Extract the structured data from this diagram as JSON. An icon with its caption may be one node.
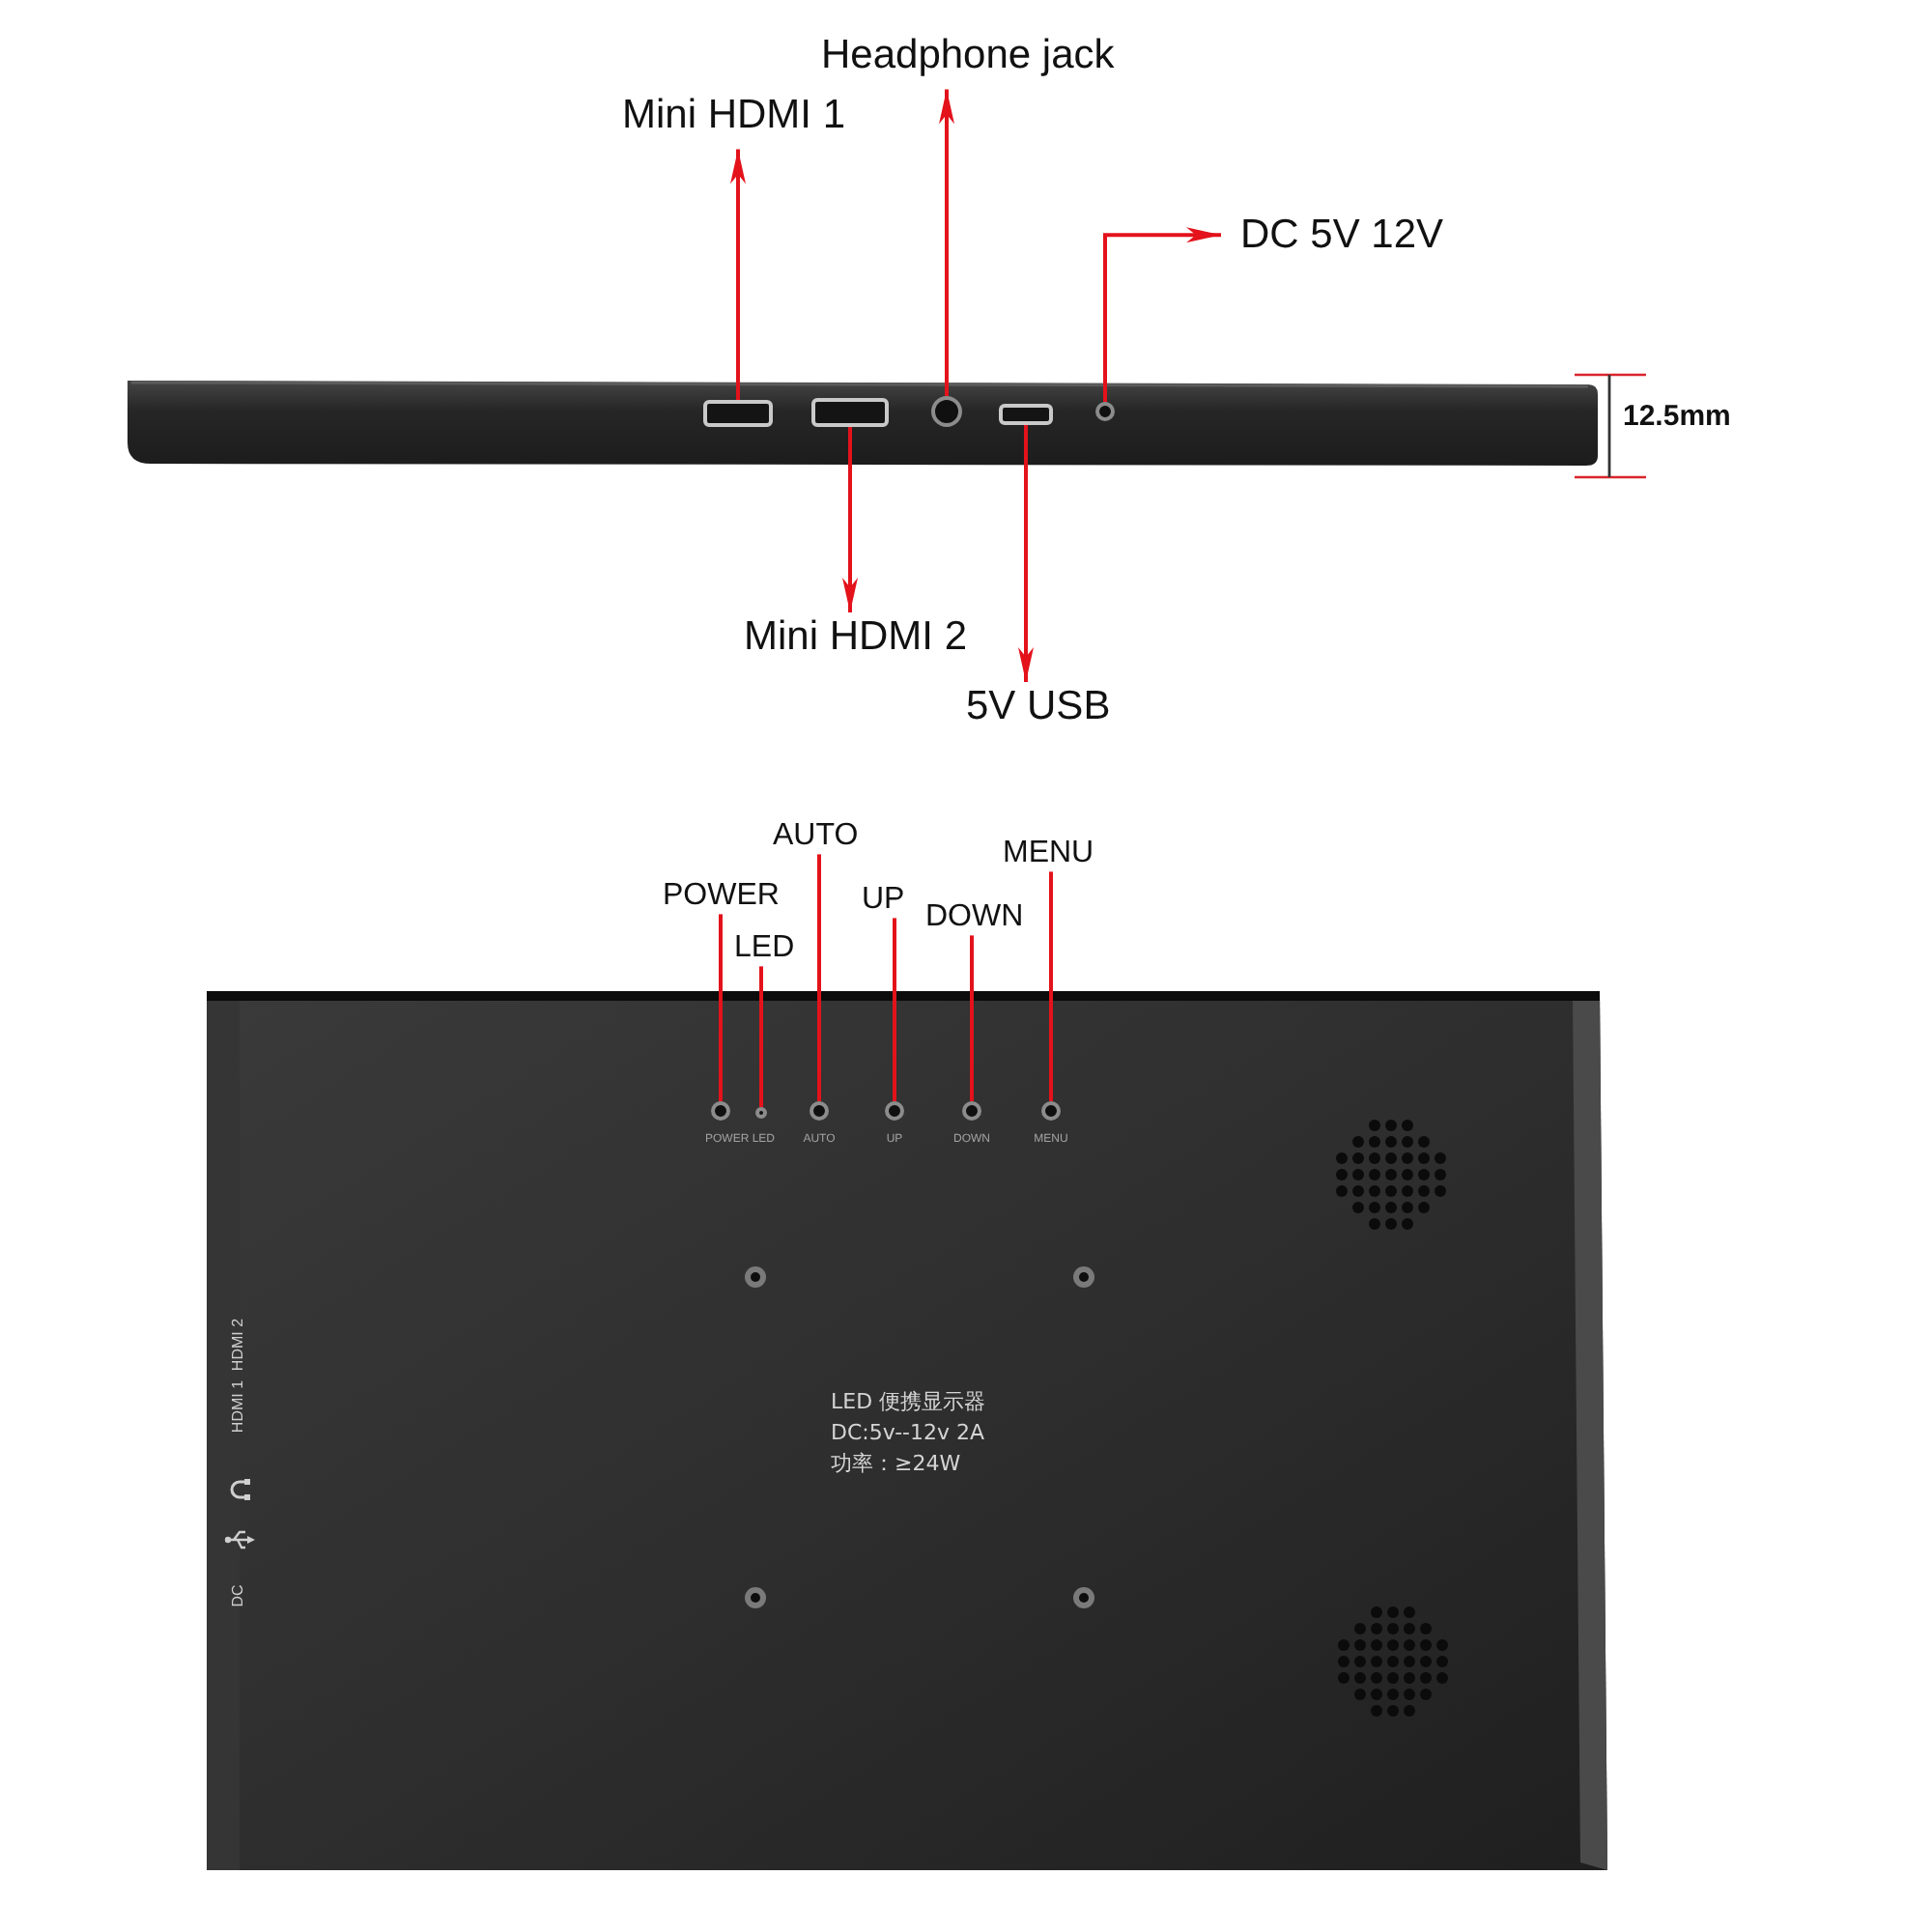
{
  "diagram": {
    "nodes": [
      {
        "text": [
          "Headphone jack"
        ]
      },
      {
        "text": [
          "Mini HDMI 1"
        ]
      },
      {
        "text": [
          "DC 5V 12V"
        ]
      },
      {
        "text": [],
        "shape": "box"
      },
      {
        "text": [],
        "shape": "box"
      },
      {
        "text": [],
        "shape": "circle"
      },
      {
        "text": [],
        "shape": "box"
      },
      {
        "text": [],
        "shape": "circle"
      },
      {
        "text": [
          "Mini HDMI 2"
        ]
      },
      {
        "text": [
          "5V USB"
        ]
      },
      {
        "text": [
          "AUTO"
        ]
      },
      {
        "text": [
          "MENU"
        ]
      },
      {
        "text": [
          "POWER"
        ]
      },
      {
        "text": [
          "UP"
        ]
      },
      {
        "text": [
          "DOWN"
        ]
      },
      {
        "text": [
          "LED"
        ]
      },
      {
        "text": [],
        "shape": "circle"
      },
      {
        "text": [],
        "shape": "circle"
      },
      {
        "text": [],
        "shape": "circle"
      },
      {
        "text": [],
        "shape": "circle"
      },
      {
        "text": [],
        "shape": "circle"
      },
      {
        "text": [],
        "shape": "circle"
      }
    ],
    "edges": [
      {
        "from": 3,
        "to": 1,
        "arrow": "to"
      },
      {
        "from": 5,
        "to": 0,
        "arrow": "to"
      },
      {
        "from": 7,
        "to": 2,
        "arrow": "to"
      },
      {
        "from": 4,
        "to": 8,
        "arrow": "to"
      },
      {
        "from": 6,
        "to": 9,
        "arrow": "to"
      },
      {
        "from": 12,
        "to": 16,
        "arrow": "none"
      },
      {
        "from": 15,
        "to": 17,
        "arrow": "none"
      },
      {
        "from": 10,
        "to": 18,
        "arrow": "none"
      },
      {
        "from": 13,
        "to": 19,
        "arrow": "none"
      },
      {
        "from": 14,
        "to": 20,
        "arrow": "none"
      },
      {
        "from": 11,
        "to": 21,
        "arrow": "none"
      }
    ],
    "labels": [
      "12.5mm",
      "POWER LED",
      "AUTO",
      "UP",
      "DOWN",
      "MENU",
      "HDMI 1",
      "HDMI 2",
      "DC",
      "LED 便携显示器",
      "DC:5v--12v 2A",
      "功率：≥24W"
    ]
  }
}
